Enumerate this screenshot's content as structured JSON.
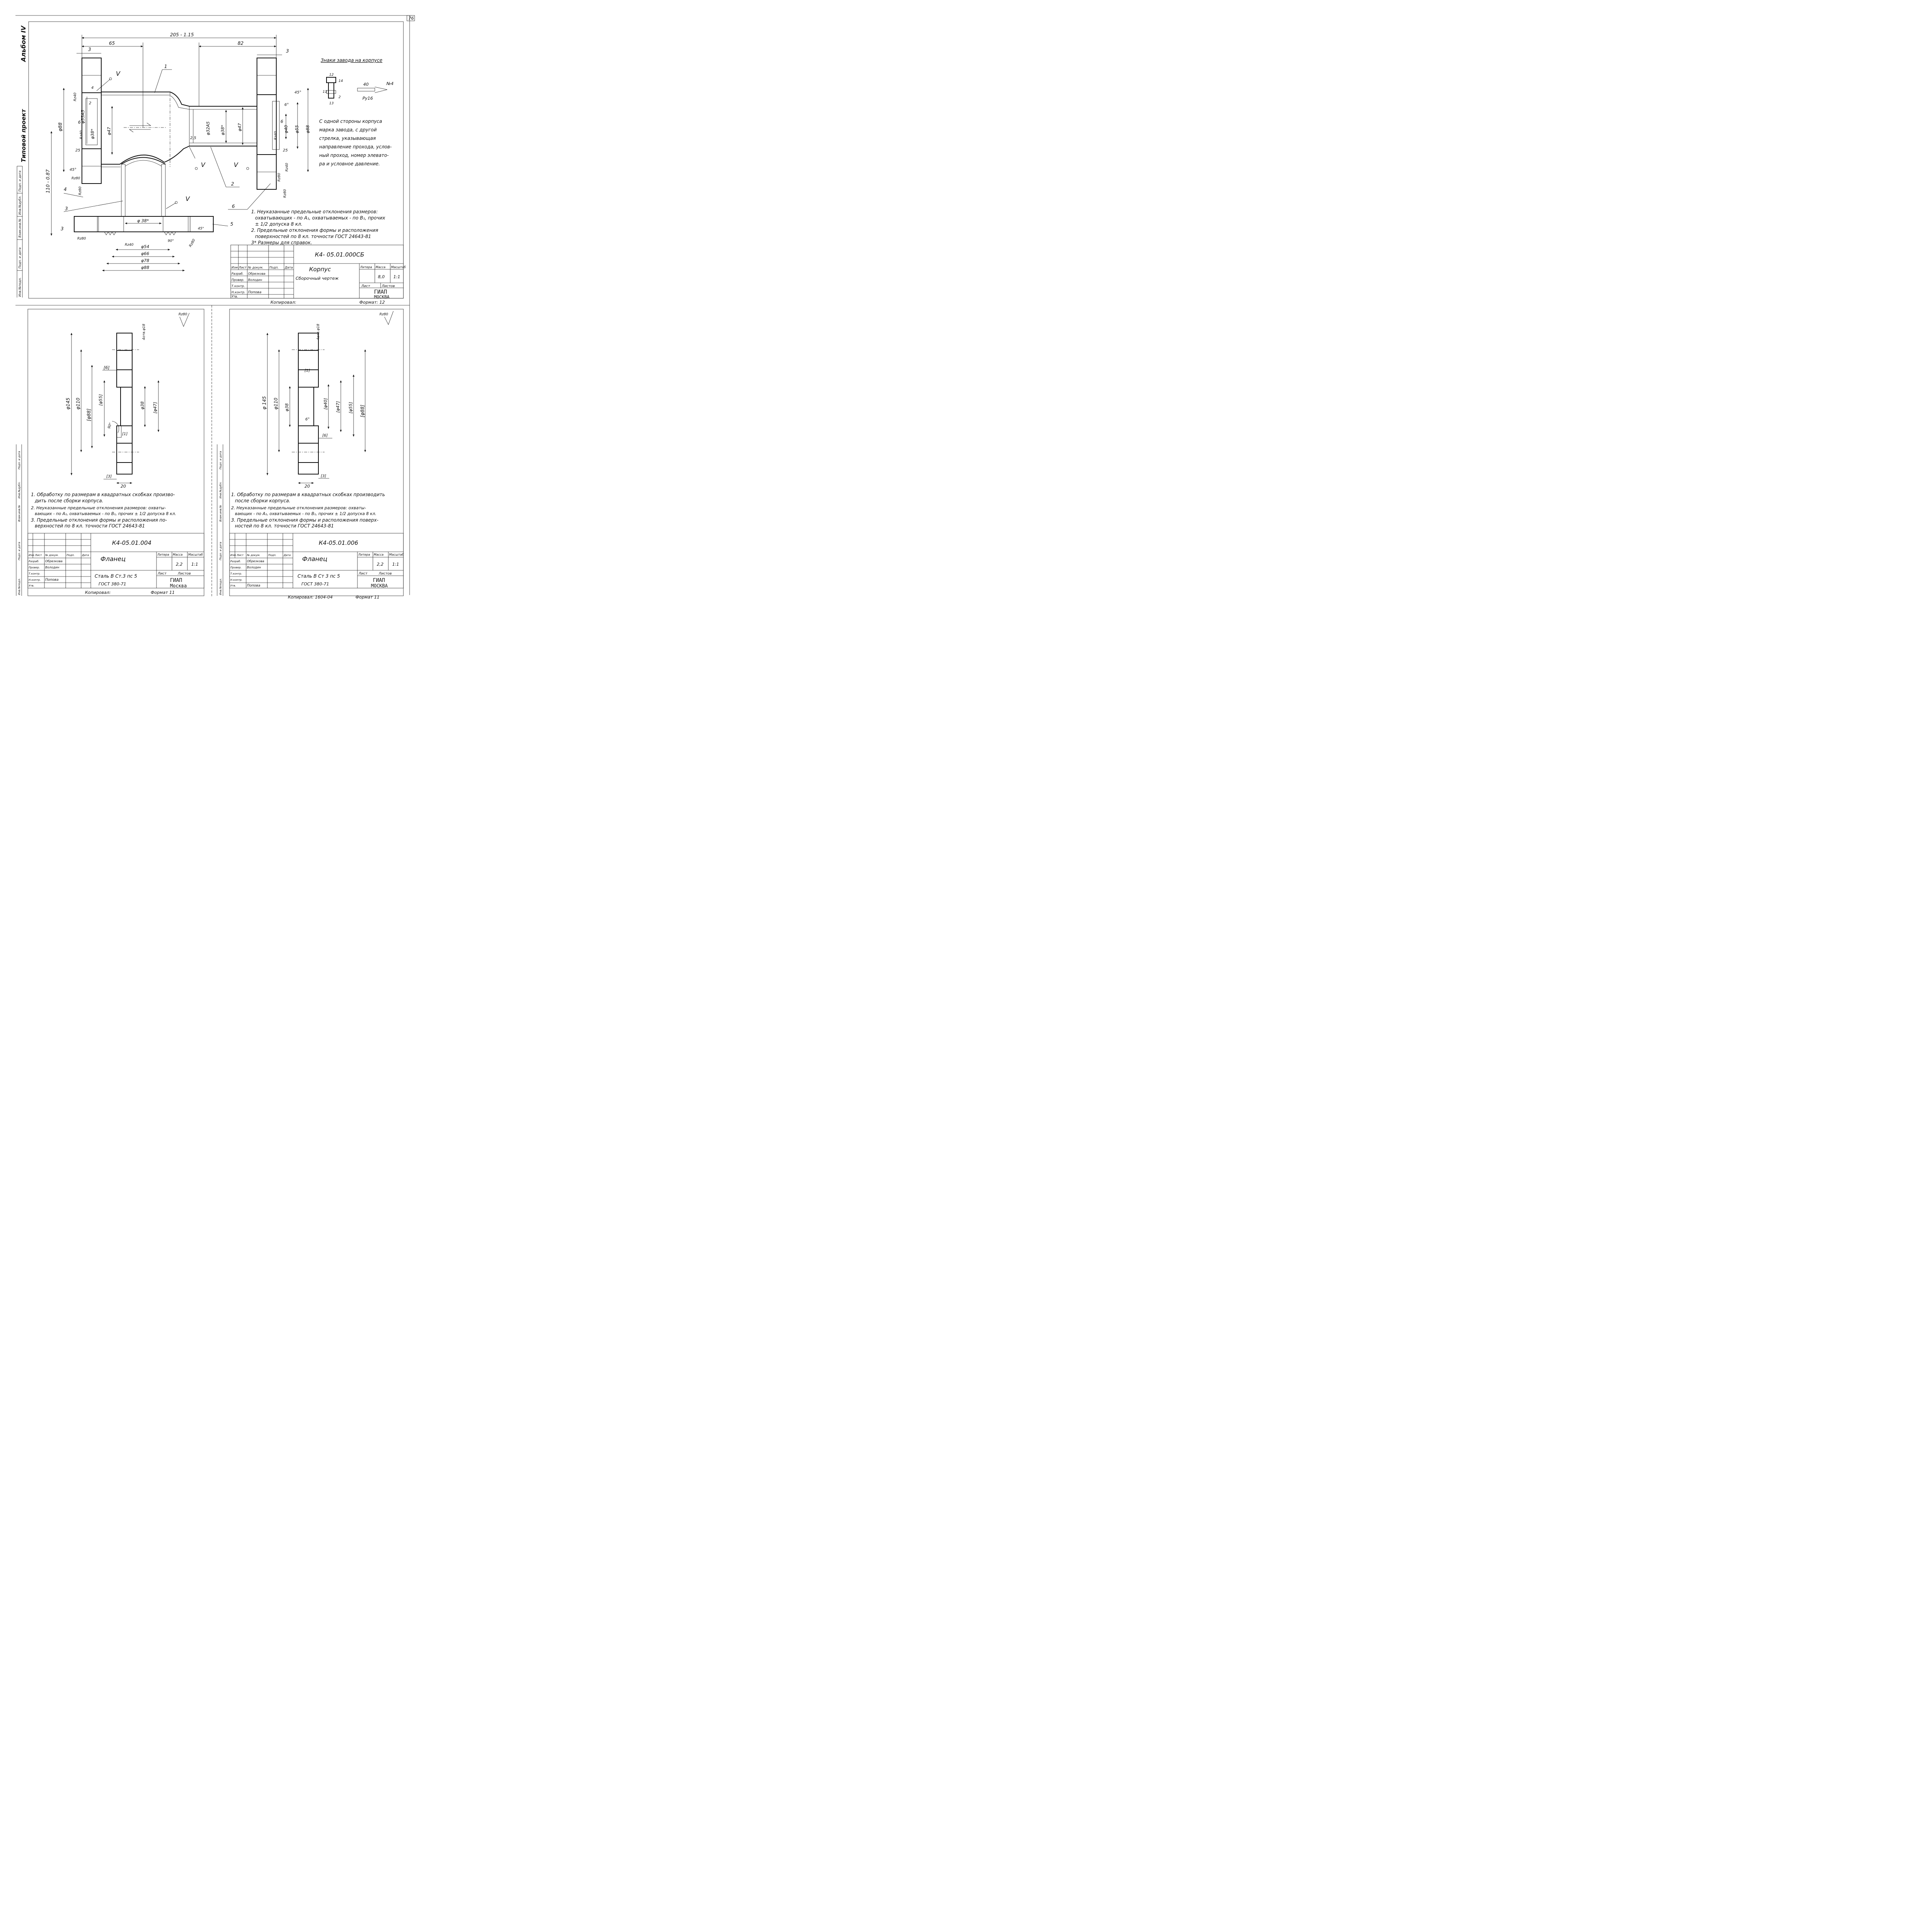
{
  "page_number": "76",
  "side_labels": {
    "album": "Альбом IV",
    "project": "Типовой проект",
    "frame_left_fields": [
      "Инв.№подл.",
      "Подп. и дата",
      "Взам.инв.№",
      "Инв.№дубл.",
      "Подп. и дата"
    ]
  },
  "top_sheet": {
    "dims": {
      "overall": "205 - 1.15",
      "d65": "65",
      "d82": "82",
      "d3_left": "3",
      "d3_right": "3",
      "height": "110 - 0.87",
      "d88": "φ88",
      "d55": "φ55A5",
      "d38a": "φ38*",
      "d47a": "φ47",
      "d32": "φ32A5",
      "d38b": "φ38*",
      "d47b": "φ47",
      "d40": "φ40",
      "d55b": "φ55",
      "d88b": "φ88",
      "d6a": "6",
      "d6b": "6",
      "d25a": "25",
      "d25b": "2,5",
      "d25c": "25",
      "d45a": "45°",
      "d45b": "45°",
      "d45c": "45°",
      "d6deg": "6°",
      "d2": "2",
      "d4": "4",
      "d38c": "φ 38*",
      "d54": "φ54",
      "d66": "φ66",
      "d78": "φ78",
      "d88c": "φ88",
      "d90": "90°",
      "rz40a": "Rz40",
      "rz40b": "Rz40",
      "rz40c": "Rz40",
      "rz40d": "Rz40",
      "rz80a": "Rz80",
      "rz80b": "Rz80",
      "rz80c": "Rz80",
      "rz80d": "Rz80",
      "rz80e": "Rz80",
      "rz40e": "Rz40",
      "d3_bottom": "3",
      "check_v": "V"
    },
    "leaders": [
      "1",
      "2",
      "3",
      "4",
      "5",
      "6"
    ],
    "marks_title": "Знаки завода на корпусе",
    "marks_dims": {
      "a": "12",
      "b": "14",
      "c": "11",
      "d": "2",
      "e": "13",
      "f": "40",
      "g": "№4",
      "h": "Py16"
    },
    "marks_text": [
      "С одной стороны корпуса",
      "марка завода, с другой",
      "стрелка, указывающая",
      "направление прохода, услов-",
      "ный проход, номер элевато-",
      "ра и условное давление."
    ],
    "notes": [
      "1. Неуказанные предельные отклонения размеров:",
      "охватывающих - по А₁, охватываемых - по В₁, прочих",
      "± 1/2 допуска 8 кл.",
      "2. Предельные отклонения формы и расположения",
      "поверхностей по 8 кл. точности ГОСТ 24643-81",
      "3* Размеры для справок."
    ],
    "stamp": {
      "code": "К4- 05.01.000СБ",
      "name": "Корпус",
      "subname": "Сборочный чертеж",
      "lit_header": "Литера",
      "mass_header": "Масса",
      "scale_header": "Масштаб",
      "mass": "8,0",
      "scale": "1:1",
      "sheet": "Лист",
      "sheets": "Листов",
      "org1": "ГИАП",
      "org2": "МОСКВА",
      "rows": [
        "Изм Лист",
        "№ докум.",
        "Подп.",
        "Дата"
      ],
      "razrab": "Разраб.",
      "razrab_name": "Обрезкова",
      "prover": "Провер.",
      "prover_name": "Володин",
      "tkontr": "Т.контр.",
      "nkontr": "Н.контр.",
      "nkontr_name": "Попова",
      "utv": "Утв.",
      "copied": "Копировал:",
      "format": "Формат: 12"
    }
  },
  "bottom_left": {
    "roughness": "Rz80",
    "dims": {
      "holes": "4отв.φ18",
      "d145": "φ145",
      "d110": "φ110",
      "d88": "[φ88]",
      "d55": "[φ55]",
      "d38": "φ38",
      "d47": "[φ47]",
      "b6": "[6]",
      "b1": "[1]",
      "b3": "[3]",
      "d20": "20",
      "deg": "90°"
    },
    "notes": [
      "1. Обработку по размерам в квадратных скобках произво-",
      "дить после сборки корпуса.",
      "2. Неуказанные предельные отклонения размеров: охваты-",
      "вающих - по А₁, охватываемых - по В₁, прочих ± 1/2 допуска 8 кл.",
      "3. Предельные отклонения формы и расположения по-",
      "верхностей по 8 кл. точности ГОСТ 24643-81"
    ],
    "stamp": {
      "code": "К4-05.01.004",
      "name": "Фланец",
      "mass": "2,2",
      "scale": "1:1",
      "material1": "Сталь В Ст.3 пс 5",
      "material2": "ГОСТ 380-71",
      "org1": "ГИАП",
      "org2": "Москва",
      "razrab_name": "Обрезкова",
      "prover_name": "Володин",
      "nkontr_name": "Попова",
      "copied": "Копировал:",
      "format": "Формат 11"
    }
  },
  "bottom_right": {
    "roughness": "Rz80",
    "dims": {
      "holes": "4отв.φ18",
      "d145": "φ 145",
      "d110": "φ110",
      "d38": "φ38",
      "d40": "[φ40]",
      "d47": "[φ47]",
      "d55": "[φ55]",
      "d88": "[φ88]",
      "b1": "[1]",
      "b6": "[6]",
      "b3": "[3]",
      "d20": "20",
      "deg": "6°"
    },
    "notes": [
      "1. Обработку по размерам в квадратных скобках производить",
      "после сборки корпуса.",
      "2. Неуказанные предельные отклонения размеров: охваты-",
      "вающих - по А₁, охватываемых - по В₁, прочих ± 1/2 допуска 8 кл.",
      "3. Предельные отклонения формы и расположения поверх-",
      "ностей по 8 кл. точности ГОСТ 24643-81"
    ],
    "stamp": {
      "code": "К4-05.01.006",
      "name": "Фланец",
      "mass": "2,2",
      "scale": "1:1",
      "material1": "Сталь В Ст 3 пс 5",
      "material2": "ГОСТ 380-71",
      "org1": "ГИАП",
      "org2": "МОСКВА",
      "razrab_name": "Обрезкова",
      "prover_name": "Володин",
      "nkontr_name": "Попова",
      "copied": "Копировал: 1604-04",
      "format": "Формат 11"
    }
  }
}
